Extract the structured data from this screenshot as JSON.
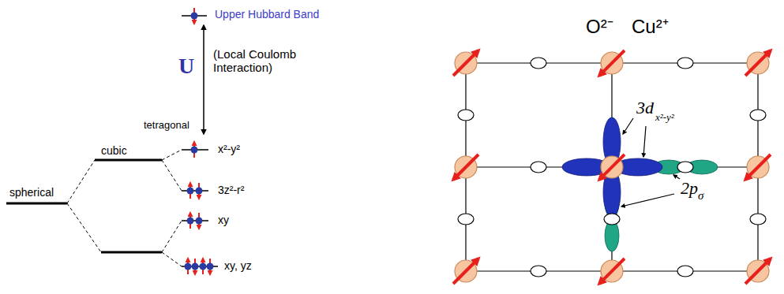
{
  "diagram": {
    "labels": [
      "Upper Hubbard Band",
      "U",
      "(Local Coulomb Interaction)",
      "tetragonal",
      "cubic",
      "spherical",
      "x²-y²",
      "3z²-r²",
      "xy",
      "xy, yz",
      "O²⁻",
      "Cu²⁺",
      "3d",
      "x²-y²",
      "2p",
      "σ"
    ]
  }
}
